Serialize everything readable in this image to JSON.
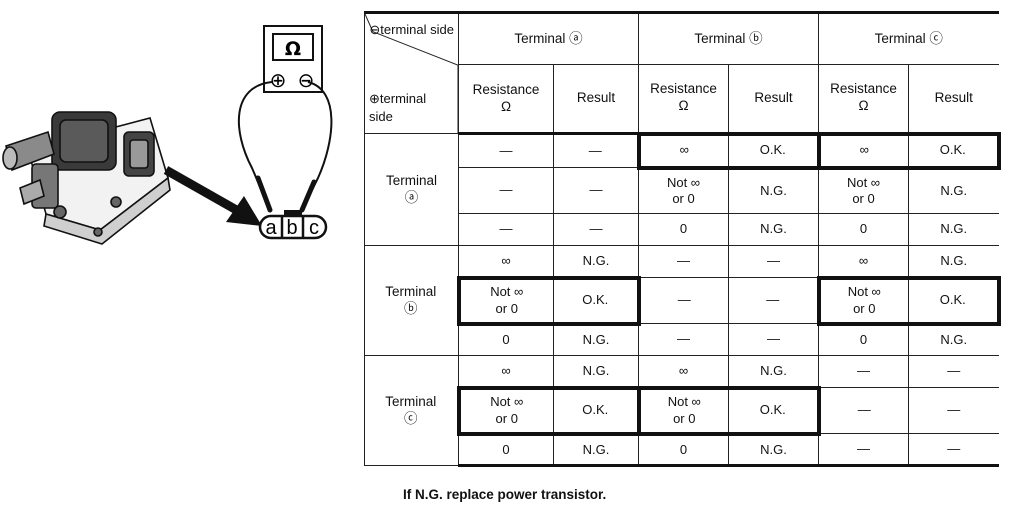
{
  "illustration": {
    "meter_symbol": "Ω",
    "plus_symbol": "⊕",
    "minus_symbol": "⊖",
    "terminal_letters": [
      "a",
      "b",
      "c"
    ]
  },
  "table": {
    "corner_minus": "⊖terminal side",
    "corner_plus": "⊕terminal side",
    "column_groups": [
      "Terminal ⓐ",
      "Terminal ⓑ",
      "Terminal ⓒ"
    ],
    "subheaders": {
      "resistance": [
        "Resistance",
        "Ω"
      ],
      "result": "Result"
    },
    "row_groups": [
      {
        "label": "Terminal",
        "symbol": "ⓐ",
        "rows": [
          [
            "—",
            "—",
            "∞",
            "O.K.",
            "∞",
            "O.K."
          ],
          [
            "—",
            "—",
            "Not ∞|or 0",
            "N.G.",
            "Not ∞|or 0",
            "N.G."
          ],
          [
            "—",
            "—",
            "0",
            "N.G.",
            "0",
            "N.G."
          ]
        ]
      },
      {
        "label": "Terminal",
        "symbol": "ⓑ",
        "rows": [
          [
            "∞",
            "N.G.",
            "—",
            "—",
            "∞",
            "N.G."
          ],
          [
            "Not ∞|or 0",
            "O.K.",
            "—",
            "—",
            "Not ∞|or 0",
            "O.K."
          ],
          [
            "0",
            "N.G.",
            "—",
            "—",
            "0",
            "N.G."
          ]
        ]
      },
      {
        "label": "Terminal",
        "symbol": "ⓒ",
        "rows": [
          [
            "∞",
            "N.G.",
            "∞",
            "N.G.",
            "—",
            "—"
          ],
          [
            "Not ∞|or 0",
            "O.K.",
            "Not ∞|or 0",
            "O.K.",
            "—",
            "—"
          ],
          [
            "0",
            "N.G.",
            "0",
            "N.G.",
            "—",
            "—"
          ]
        ]
      }
    ]
  },
  "footnote": "If N.G. replace power transistor."
}
